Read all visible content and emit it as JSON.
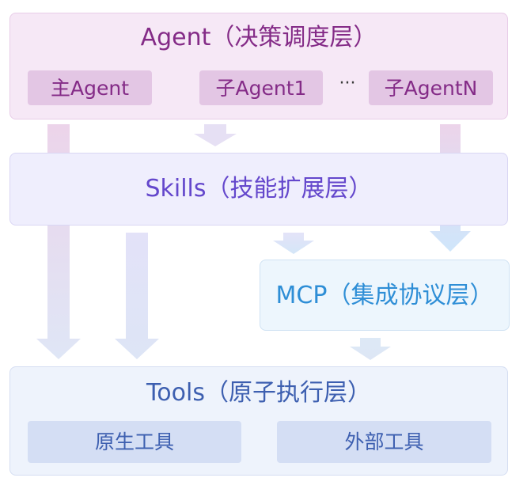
{
  "layers": {
    "agent": {
      "title": "Agent（决策调度层）",
      "items": [
        "主Agent",
        "子Agent1",
        "子AgentN"
      ],
      "ellipsis": "···"
    },
    "skills": {
      "title": "Skills（技能扩展层）"
    },
    "mcp": {
      "title": "MCP（集成协议层）"
    },
    "tools": {
      "title": "Tools（原子执行层）",
      "items": [
        "原生工具",
        "外部工具"
      ]
    }
  },
  "colors": {
    "agent_bg": "#f6e8f6",
    "agent_text": "#842b87",
    "skills_bg": "#efeefd",
    "skills_text": "#6447cc",
    "mcp_bg": "#edf6fd",
    "mcp_text": "#2e8ed6",
    "tools_bg": "#eef3fc",
    "tools_text": "#3d5fb0"
  }
}
